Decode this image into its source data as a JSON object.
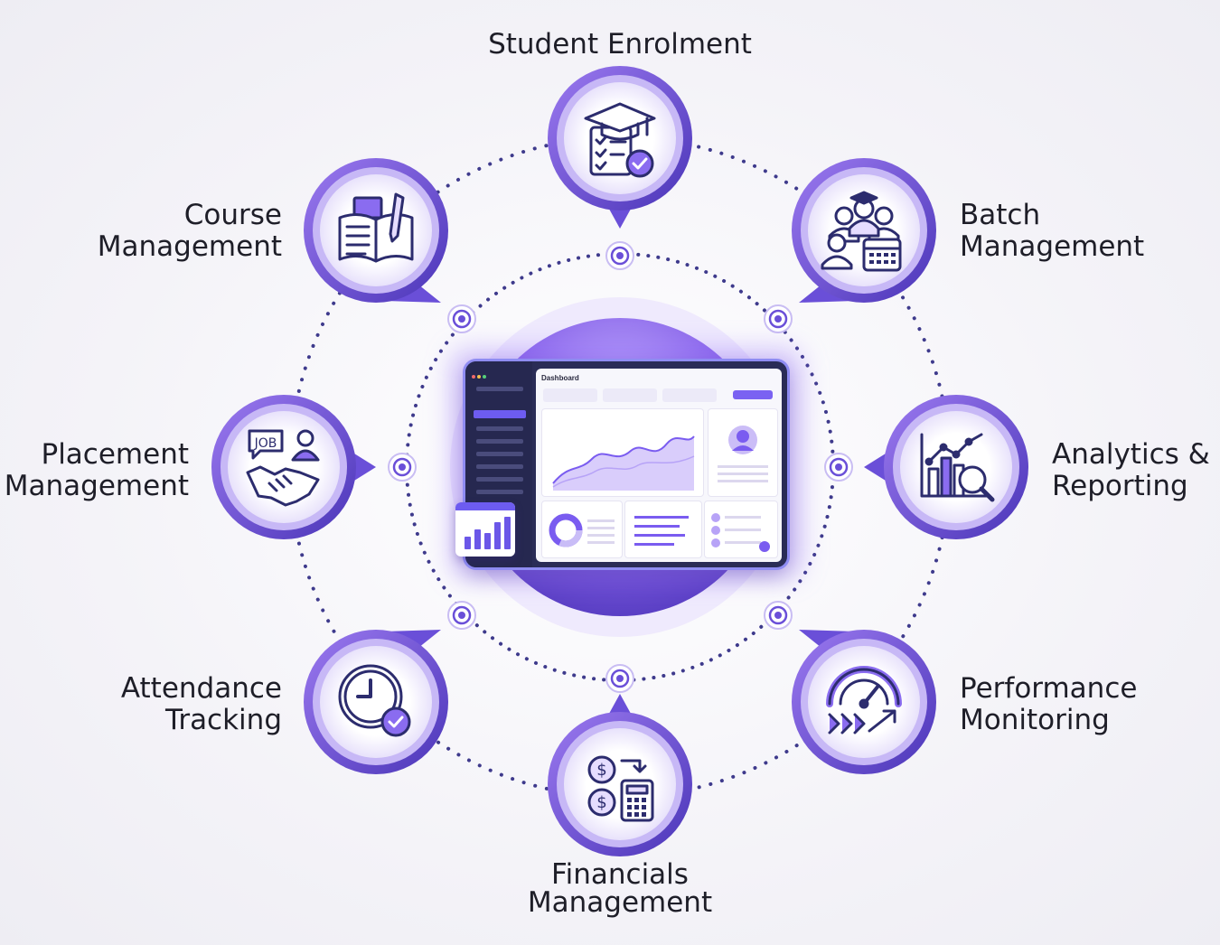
{
  "center": {
    "dashboard_title": "Dashboard"
  },
  "modules": [
    {
      "id": "student-enrolment",
      "icon": "graduation-checklist-icon",
      "lines": [
        "Student Enrolment"
      ]
    },
    {
      "id": "batch-management",
      "icon": "group-calendar-icon",
      "lines": [
        "Batch",
        "Management"
      ]
    },
    {
      "id": "analytics-reporting",
      "icon": "bar-chart-magnifier-icon",
      "lines": [
        "Analytics &",
        "Reporting"
      ]
    },
    {
      "id": "performance-monitoring",
      "icon": "speedometer-arrows-icon",
      "lines": [
        "Performance",
        "Monitoring"
      ]
    },
    {
      "id": "financials-management",
      "icon": "coins-calculator-icon",
      "lines": [
        "Financials",
        "Management"
      ]
    },
    {
      "id": "attendance-tracking",
      "icon": "clock-check-icon",
      "lines": [
        "Attendance",
        "Tracking"
      ]
    },
    {
      "id": "placement-management",
      "icon": "job-handshake-icon",
      "lines": [
        "Placement",
        "Management"
      ]
    },
    {
      "id": "course-management",
      "icon": "open-book-pencil-icon",
      "lines": [
        "Course",
        "Management"
      ]
    }
  ],
  "colors": {
    "ring_outer": "#6a4fd8",
    "ring_inner": "#b9a8f4",
    "accent": "#7d5cf0",
    "icon_stroke": "#2c2c6e",
    "dotted_line": "#3e3a8c",
    "center_disc": "#8a66ea"
  }
}
